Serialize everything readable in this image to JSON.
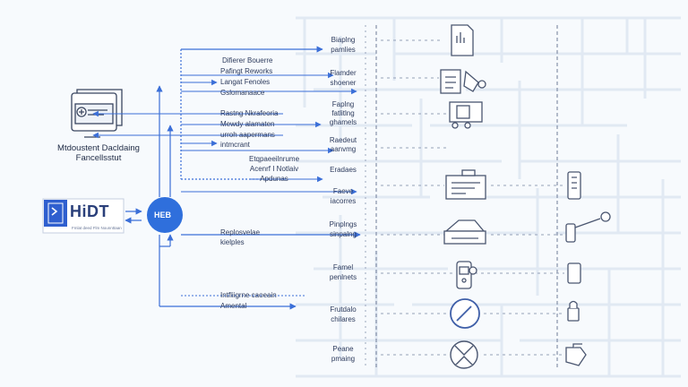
{
  "left_device": {
    "caption_line1": "Mtdoustent Dacldaing",
    "caption_line2": "Fancellsstut"
  },
  "brand": {
    "name": "HiDT",
    "tagline": "Fmlat deed Flm Nounnttaan"
  },
  "hub": {
    "label": "HEB"
  },
  "middle_groups": [
    {
      "lines": [
        "Difierer Bouerre",
        "Pafingt Reworks",
        "Langat Fenoles",
        "Gslomanaace"
      ]
    },
    {
      "lines": [
        "Rastng Nkrafeoria",
        "Mewdy alamaten",
        "urroh aapermans",
        "intmcrant"
      ]
    },
    {
      "lines": [
        "Etqpaeeilnrume",
        "Acenrf I Notlaiv",
        "Apdunas"
      ]
    },
    {
      "lines": [
        "Replosvelae",
        "kielples"
      ]
    },
    {
      "lines": [
        "Intfliigrne caoeain",
        "Amental"
      ]
    }
  ],
  "right_labels": [
    {
      "line1": "Biaplng",
      "line2": "pamlies"
    },
    {
      "line1": "Flamder",
      "line2": "shoener"
    },
    {
      "line1": "Faplng",
      "line2": "fatlitlng",
      "line3": "ghamels"
    },
    {
      "line1": "Raedeut",
      "line2": "aanvmg"
    },
    {
      "line1": "Eradaes",
      "line2": ""
    },
    {
      "line1": "Faeve",
      "line2": "iacorres"
    },
    {
      "line1": "Pinplngs",
      "line2": "sinpalng"
    },
    {
      "line1": "Famel",
      "line2": "penlnets"
    },
    {
      "line1": "Frutdalo",
      "line2": "chilares"
    },
    {
      "line1": "Peane",
      "line2": "pmaing"
    }
  ],
  "icons": {
    "col1": [
      "document-icon",
      "clipboard-icon",
      "truck-icon",
      "form-icon",
      "printer-icon",
      "card-reader-icon",
      "gauge-icon",
      "scale-icon"
    ],
    "col2": [
      "phone-icon",
      "key-icon",
      "battery-icon",
      "lock-icon",
      "bag-icon"
    ]
  },
  "colors": {
    "accent": "#2f6fdc",
    "line": "#3b6fd8",
    "dashed": "#7d8aa6",
    "icon_stroke": "#4a5670",
    "maze": "#dfe8f2"
  }
}
